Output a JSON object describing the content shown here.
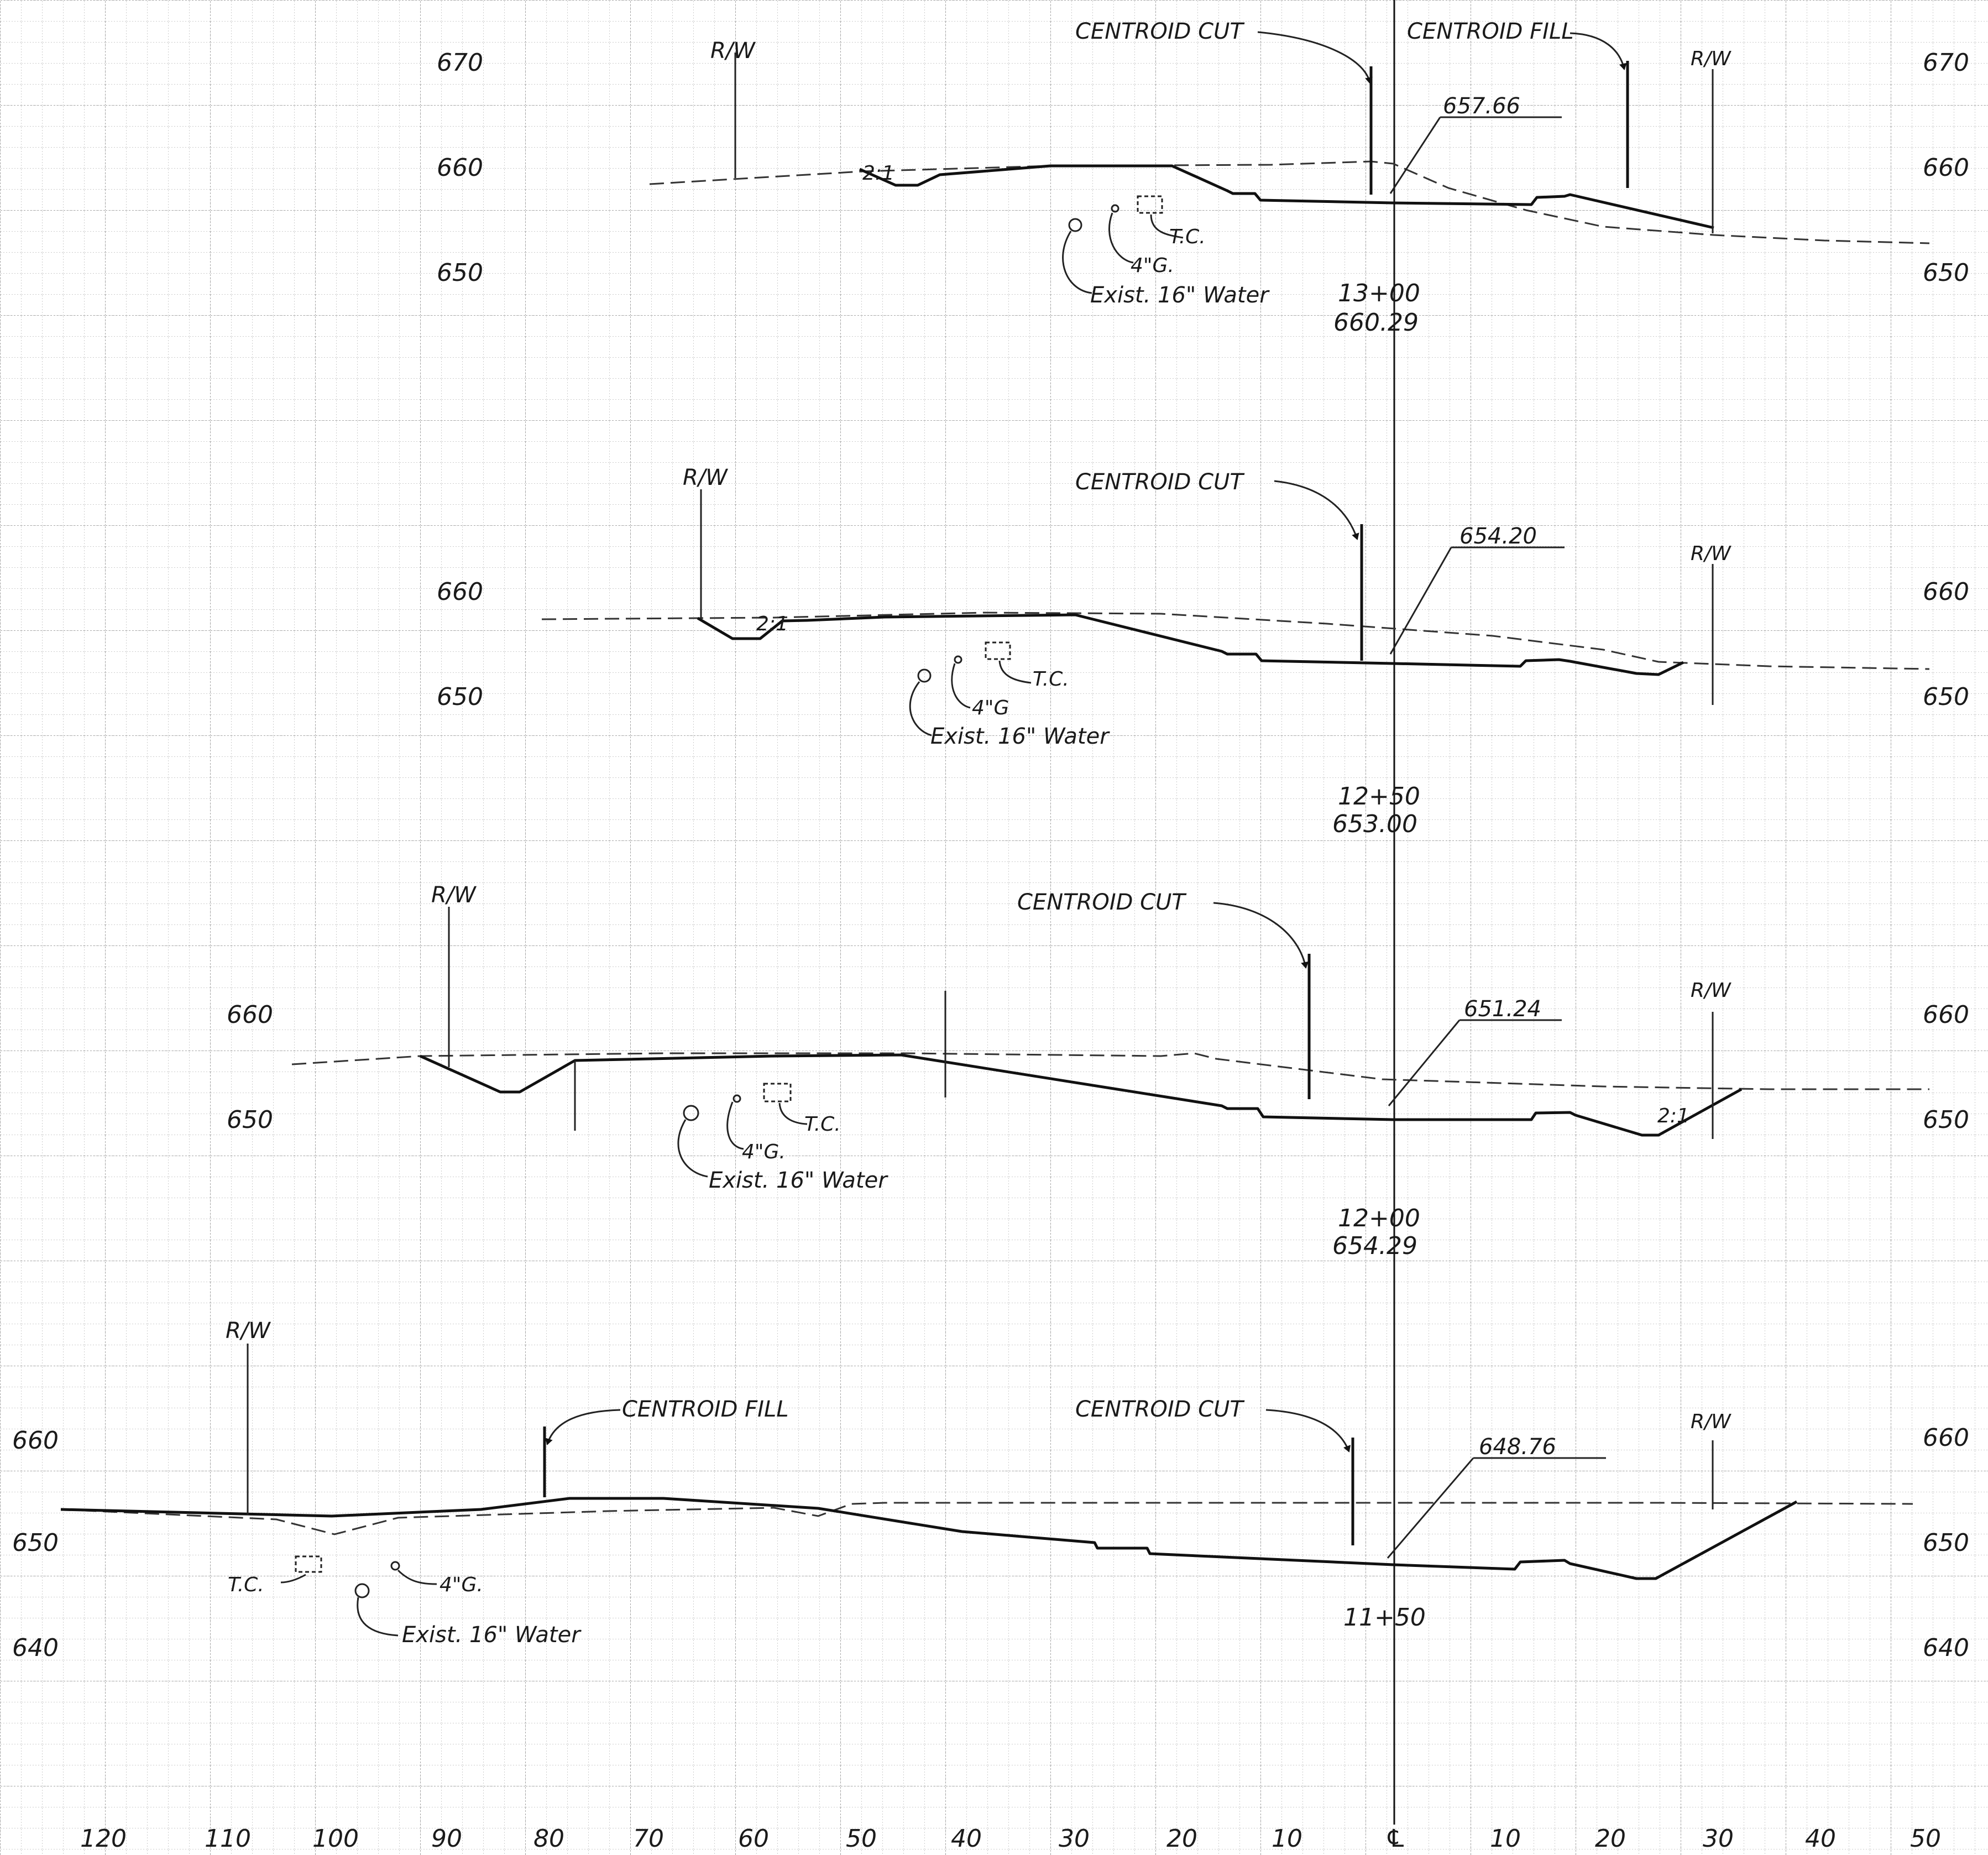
{
  "sheet": {
    "offset_ticks": [
      "120",
      "110",
      "100",
      "90",
      "80",
      "70",
      "60",
      "50",
      "40",
      "30",
      "20",
      "10",
      "℄",
      "10",
      "20",
      "30",
      "40",
      "50"
    ],
    "right_of_way_label": "R/W",
    "centroid_cut_label": "CENTROID CUT",
    "centroid_fill_label": "CENTROID FILL",
    "slope_label": "2:1",
    "utilities": {
      "telephone_conduit": "T.C.",
      "gas": "4\"G.",
      "gas_alt": "4\"G",
      "water": "Exist. 16\" Water"
    }
  },
  "sections": [
    {
      "station": "13+00",
      "existing_elevation": "660.29",
      "profile_grade": "657.66",
      "elev_labels_left": [
        "670",
        "660",
        "650"
      ],
      "elev_labels_right": [
        "670",
        "660",
        "650"
      ]
    },
    {
      "station": "12+50",
      "existing_elevation": "653.00",
      "profile_grade": "654.20",
      "elev_labels_left": [
        "660",
        "650"
      ],
      "elev_labels_right": [
        "660",
        "650"
      ]
    },
    {
      "station": "12+00",
      "existing_elevation": "654.29",
      "profile_grade": "651.24",
      "elev_labels_left": [
        "660",
        "650"
      ],
      "elev_labels_right": [
        "660",
        "650"
      ]
    },
    {
      "station": "11+50",
      "profile_grade": "648.76",
      "elev_labels_left": [
        "660",
        "650",
        "640"
      ],
      "elev_labels_right": [
        "660",
        "650",
        "640"
      ]
    }
  ]
}
